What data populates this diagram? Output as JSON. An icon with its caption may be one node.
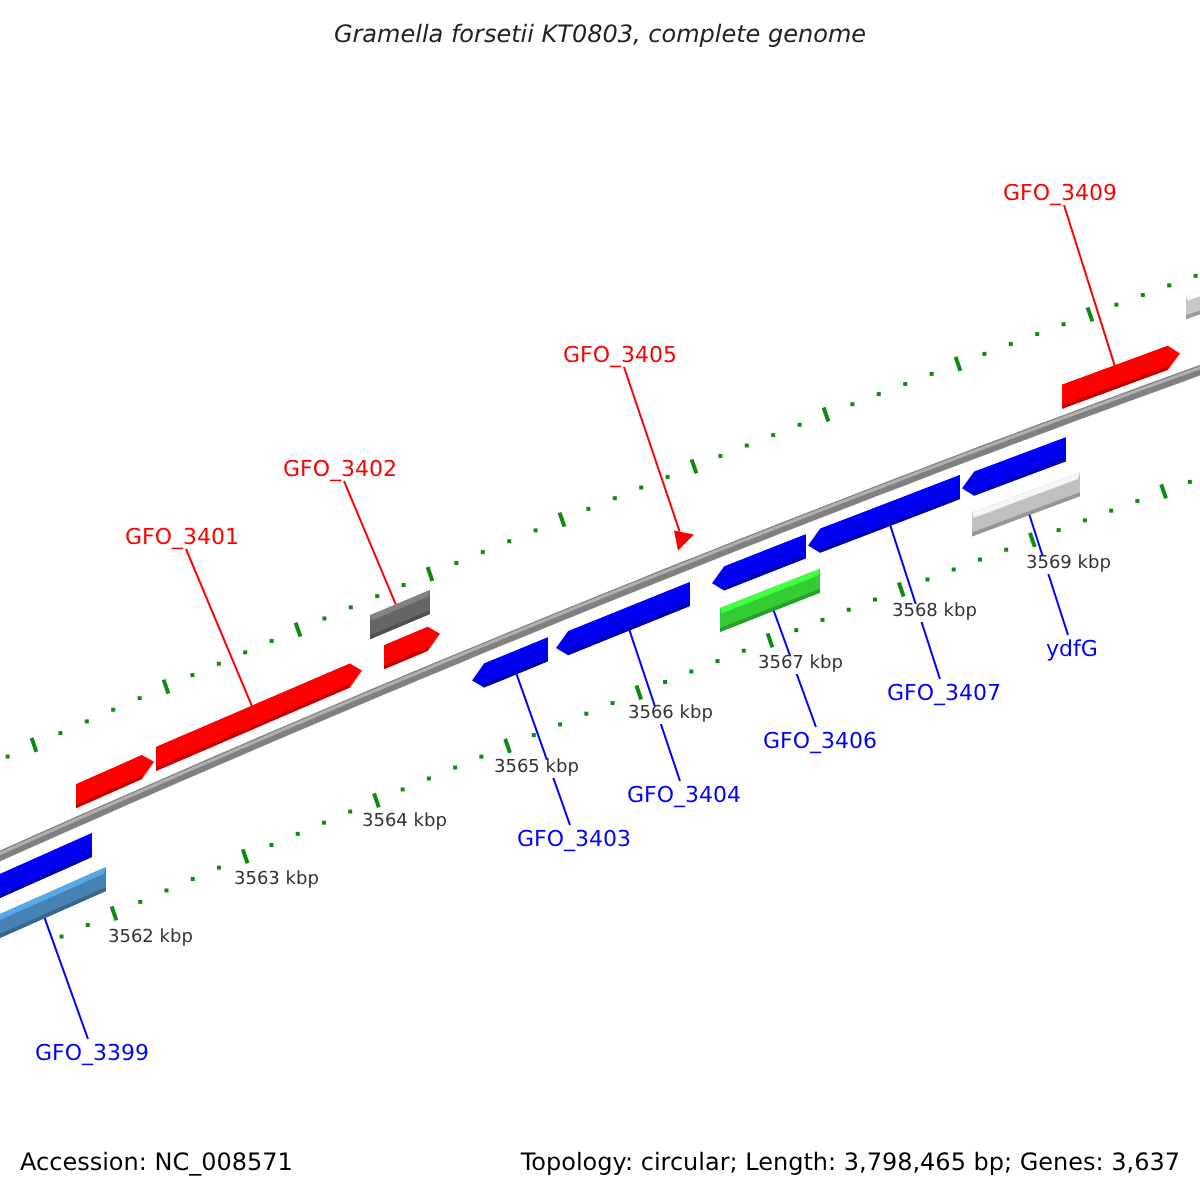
{
  "diagram": {
    "title": "Gramella forsetii KT0803, complete genome",
    "nodes": [
      {
        "text": [
          "GFO_3409"
        ]
      },
      {
        "text": [
          "GFO_3405"
        ]
      },
      {
        "text": [
          "GFO_3402"
        ]
      },
      {
        "text": [
          "GFO_3401"
        ]
      },
      {
        "text": [
          "ydfG"
        ]
      },
      {
        "text": [
          "GFO_3407"
        ]
      },
      {
        "text": [
          "GFO_3406"
        ]
      },
      {
        "text": [
          "GFO_3404"
        ]
      },
      {
        "text": [
          "GFO_3403"
        ]
      },
      {
        "text": [
          "GFO_3399"
        ]
      },
      {
        "text": [],
        "shape": "arrow"
      },
      {
        "text": [],
        "shape": "bar"
      },
      {
        "text": [],
        "shape": "arrow"
      },
      {
        "text": [],
        "shape": "arrow"
      },
      {
        "text": [],
        "shape": "bar"
      },
      {
        "text": [],
        "shape": "arrow"
      },
      {
        "text": [],
        "shape": "arrow"
      },
      {
        "text": [],
        "shape": "arrow"
      },
      {
        "text": [],
        "shape": "triangle"
      },
      {
        "text": [],
        "shape": "arrow"
      },
      {
        "text": [],
        "shape": "bar"
      },
      {
        "text": [],
        "shape": "arrow"
      },
      {
        "text": [],
        "shape": "arrow"
      },
      {
        "text": [],
        "shape": "bar"
      },
      {
        "text": [],
        "shape": "arrow"
      },
      {
        "text": [],
        "shape": "bar"
      }
    ],
    "edges": [
      {
        "from": 0,
        "to": 24,
        "arrow": "none",
        "color": "#ff0000"
      },
      {
        "from": 1,
        "to": 18,
        "arrow": "none",
        "color": "#ff0000"
      },
      {
        "from": 2,
        "to": 14,
        "arrow": "none",
        "color": "#ff0000"
      },
      {
        "from": 3,
        "to": 13,
        "arrow": "none",
        "color": "#ff0000"
      },
      {
        "from": 4,
        "to": 23,
        "arrow": "none",
        "color": "#0000ff"
      },
      {
        "from": 5,
        "to": 21,
        "arrow": "none",
        "color": "#0000ff"
      },
      {
        "from": 6,
        "to": 20,
        "arrow": "none",
        "color": "#0000ff"
      },
      {
        "from": 7,
        "to": 17,
        "arrow": "none",
        "color": "#0000ff"
      },
      {
        "from": 8,
        "to": 16,
        "arrow": "none",
        "color": "#0000ff"
      },
      {
        "from": 9,
        "to": 11,
        "arrow": "none",
        "color": "#0000ff"
      }
    ],
    "labels": [
      "3569 kbp",
      "3568 kbp",
      "3567 kbp",
      "3566 kbp",
      "3565 kbp",
      "3564 kbp",
      "3563 kbp",
      "3562 kbp",
      "Accession: NC_008571",
      "Topology: circular; Length: 3,798,465 bp; Genes: 3,637"
    ]
  }
}
